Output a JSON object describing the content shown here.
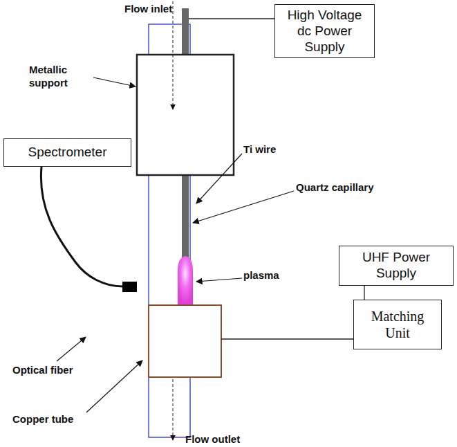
{
  "diagram": {
    "nodes": [
      {
        "text": [
          "High Voltage dc Power Supply"
        ]
      },
      {
        "text": [
          "Spectrometer"
        ]
      },
      {
        "text": [
          "UHF Power Supply"
        ]
      },
      {
        "text": [
          "Matching Unit"
        ]
      }
    ],
    "edges": [
      {
        "from": 2,
        "to": 3,
        "arrow": "none"
      }
    ],
    "labels": [
      "Flow inlet",
      "Metallic support",
      "Ti wire",
      "Quartz capillary",
      "plasma",
      "Optical fiber",
      "Copper tube",
      "Flow outlet"
    ]
  }
}
